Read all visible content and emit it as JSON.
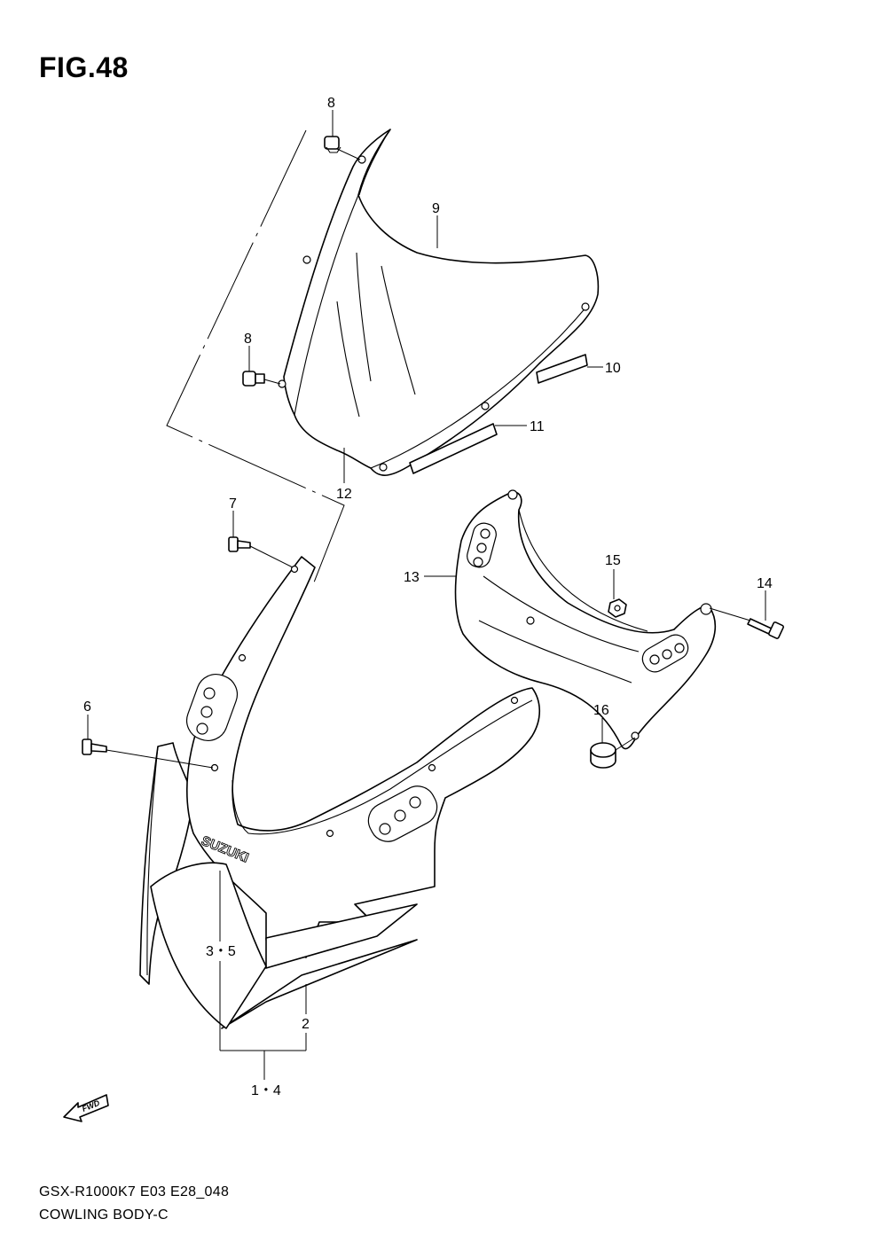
{
  "figure": {
    "title": "FIG.48"
  },
  "footer": {
    "model_code": "GSX-R1000K7 E03 E28_048",
    "section_name": "COWLING BODY-C"
  },
  "callouts": {
    "c1_4": "1・4",
    "c2": "2",
    "c3_5": "3・5",
    "c6": "6",
    "c7": "7",
    "c8_top": "8",
    "c8_mid": "8",
    "c9": "9",
    "c10": "10",
    "c11": "11",
    "c12": "12",
    "c13": "13",
    "c14": "14",
    "c15": "15",
    "c16": "16"
  },
  "decal": {
    "brand": "SUZUKI"
  },
  "fwd_arrow": {
    "label": "FWD",
    "icon": "fwd-arrow-icon"
  }
}
